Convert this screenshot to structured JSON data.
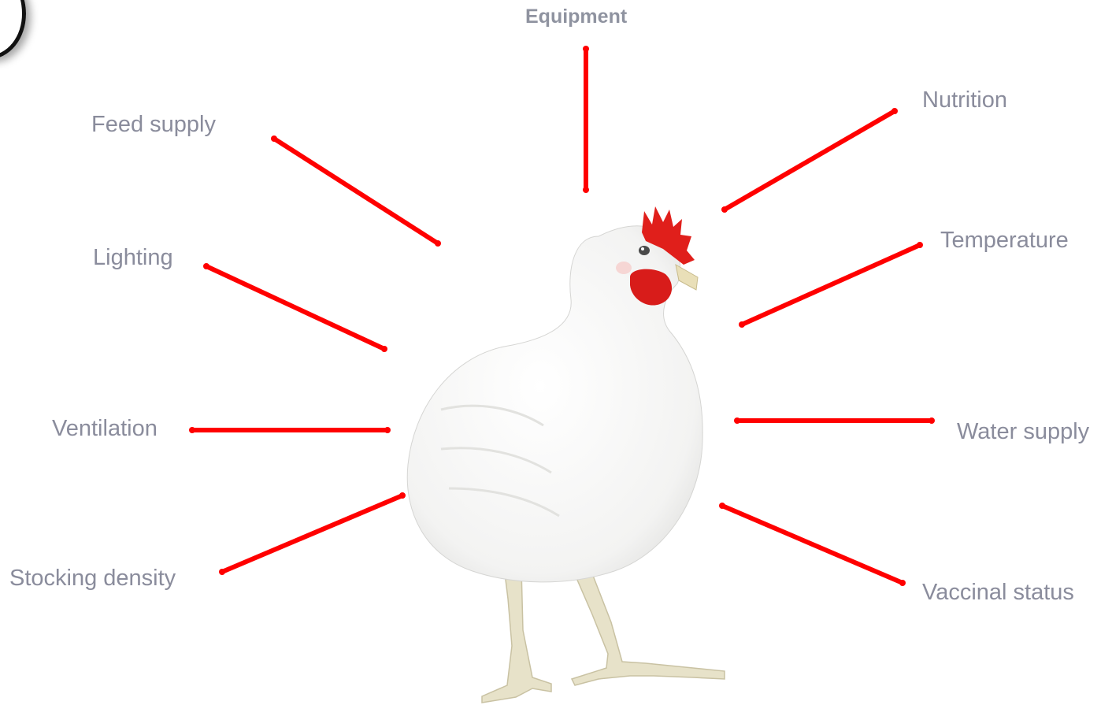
{
  "title": "",
  "center": {
    "icon": "chicken-icon"
  },
  "factors": {
    "equipment": "Equipment",
    "nutrition": "Nutrition",
    "feed_supply": "Feed supply",
    "temperature": "Temperature",
    "lighting": "Lighting",
    "ventilation": "Ventilation",
    "water_supply": "Water supply",
    "stocking_density": "Stocking density",
    "vaccinal_status": "Vaccinal status"
  },
  "colors": {
    "arrow": "#ff0000",
    "label": "#8a8c9c",
    "chicken_body": "#ffffff",
    "comb": "#e0201c",
    "legs": "#e8e2c8"
  }
}
